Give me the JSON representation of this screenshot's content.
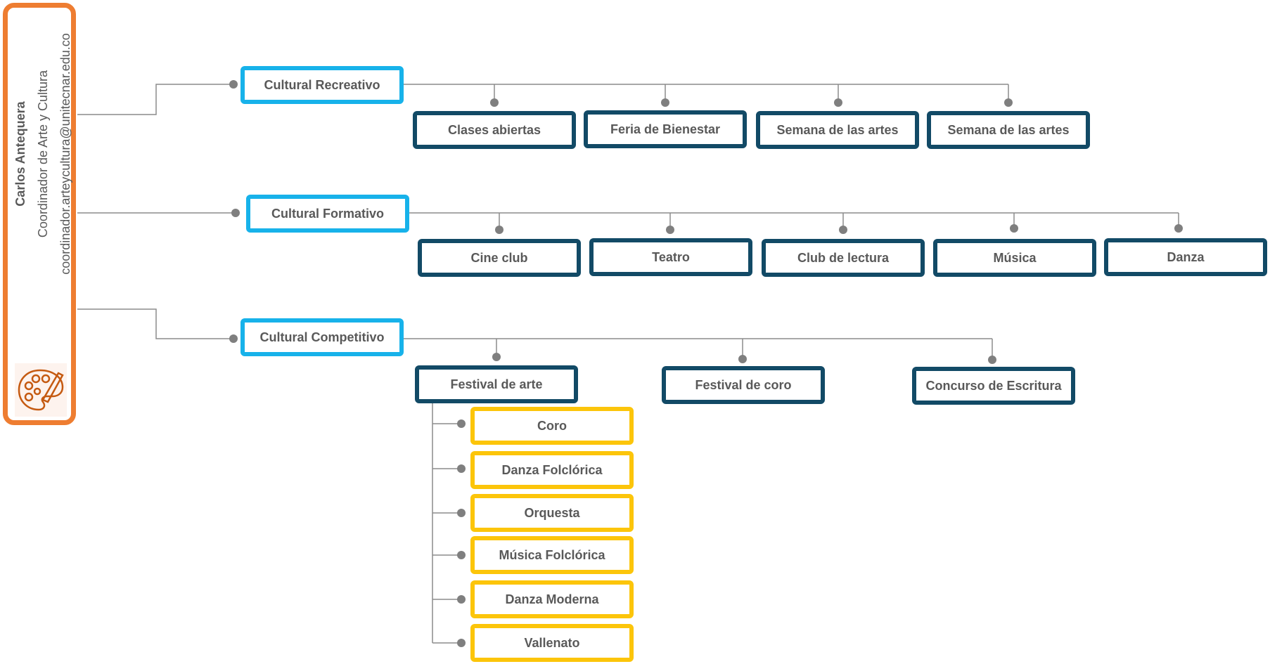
{
  "person": {
    "name": "Carlos Antequera",
    "role": "Coordinador de Arte y Cultura",
    "email": "coordinador.arteycultura@unitecnar.edu.co"
  },
  "logo_icon": "palette-icon",
  "colors": {
    "sidebar_border": "#ee7d31",
    "category_border": "#17b2ea",
    "activity_border": "#124a66",
    "subitem_border": "#fcc50a",
    "text": "#595959",
    "connector": "#7f7f7f"
  },
  "categories": [
    {
      "label": "Cultural Recreativo",
      "activities": [
        "Clases abiertas",
        "Feria de Bienestar",
        "Semana de las artes",
        "Semana de las artes"
      ]
    },
    {
      "label": "Cultural Formativo",
      "activities": [
        "Cine club",
        "Teatro",
        "Club de lectura",
        "Música",
        "Danza"
      ]
    },
    {
      "label": "Cultural Competitivo",
      "activities": [
        "Festival de arte",
        "Festival de coro",
        "Concurso de Escritura"
      ]
    }
  ],
  "festival_items": [
    "Coro",
    "Danza Folclórica",
    "Orquesta",
    "Música Folclórica",
    "Danza Moderna",
    "Vallenato"
  ]
}
